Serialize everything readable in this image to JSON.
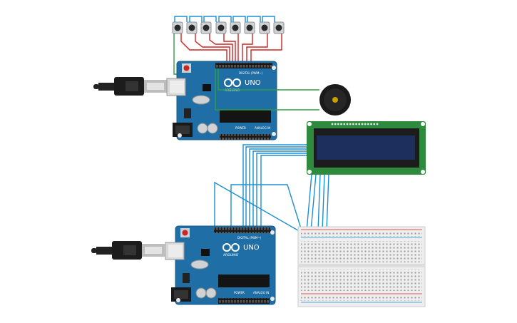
{
  "colors": {
    "board": "#1f6fa6",
    "board_dark": "#175a88",
    "wire_signal": "#d32121",
    "wire_data": "#1b8fd1",
    "wire_ground": "#2f9e44",
    "lcd_pcb": "#2e8b3e",
    "lcd_screen": "#1d2f5c",
    "breadboard": "#eeeeee",
    "cable": "#222222"
  },
  "icons": {
    "usb_cable": "usb-cable-icon",
    "buzzer": "piezo-buzzer-icon",
    "pushbutton": "pushbutton-icon",
    "arduino_logo": "arduino-infinity-logo-icon",
    "lcd": "lcd-16x2-icon",
    "breadboard": "breadboard-icon"
  },
  "boards": {
    "top": {
      "brand": "ARDUINO",
      "model": "UNO",
      "digital_label": "DIGITAL (PWM~)",
      "power_label": "POWER",
      "analog_label": "ANALOG IN"
    },
    "bottom": {
      "brand": "ARDUINO",
      "model": "UNO",
      "digital_label": "DIGITAL (PWM~)",
      "power_label": "POWER",
      "analog_label": "ANALOG IN"
    }
  },
  "components": {
    "pushbutton_count": 8,
    "lcd_pin_count": 16
  }
}
